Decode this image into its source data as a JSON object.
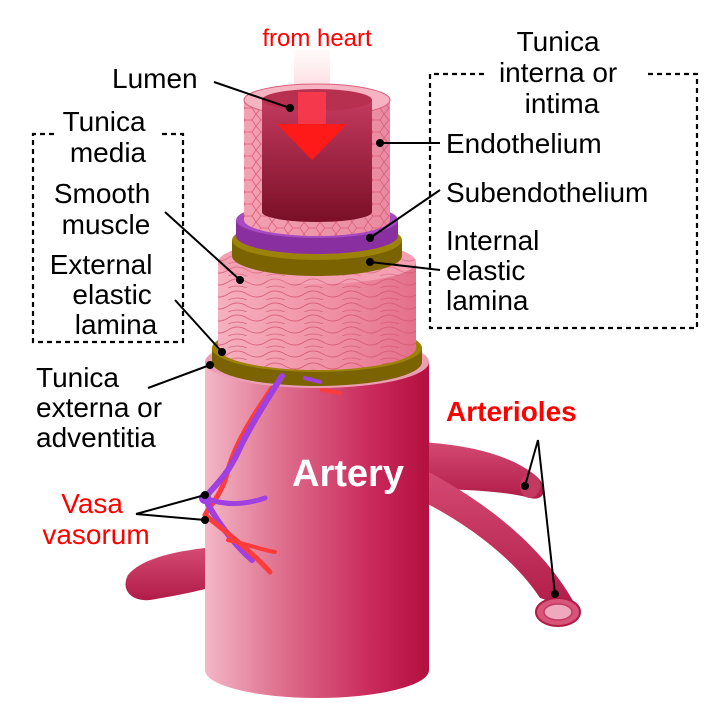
{
  "labels": {
    "from_heart": "from heart",
    "lumen": "Lumen",
    "tunica_interna": [
      "Tunica",
      "interna or",
      "intima"
    ],
    "endothelium": "Endothelium",
    "subendothelium": "Subendothelium",
    "internal_elastic_lamina": [
      "Internal",
      "elastic",
      "lamina"
    ],
    "tunica_media": [
      "Tunica",
      "media"
    ],
    "smooth_muscle": [
      "Smooth",
      "muscle"
    ],
    "external_elastic_lamina": [
      "External",
      "elastic",
      "lamina"
    ],
    "tunica_externa": [
      "Tunica",
      "externa or",
      "adventitia"
    ],
    "vasa_vasorum": [
      "Vasa",
      "vasorum"
    ],
    "arterioles": "Arterioles",
    "artery": "Artery"
  },
  "colors": {
    "artery_body": "#c8285a",
    "artery_light": "#e890a8",
    "smooth_muscle": "#f08aa0",
    "elastic_lamina": "#8a7200",
    "subendothelium": "#9b3fb5",
    "endothelium": "#f7a6b5",
    "lumen_dark": "#8e1530",
    "vasa_red": "#ff3030",
    "vasa_purple": "#a040e0",
    "label_red": "#ff0000"
  }
}
